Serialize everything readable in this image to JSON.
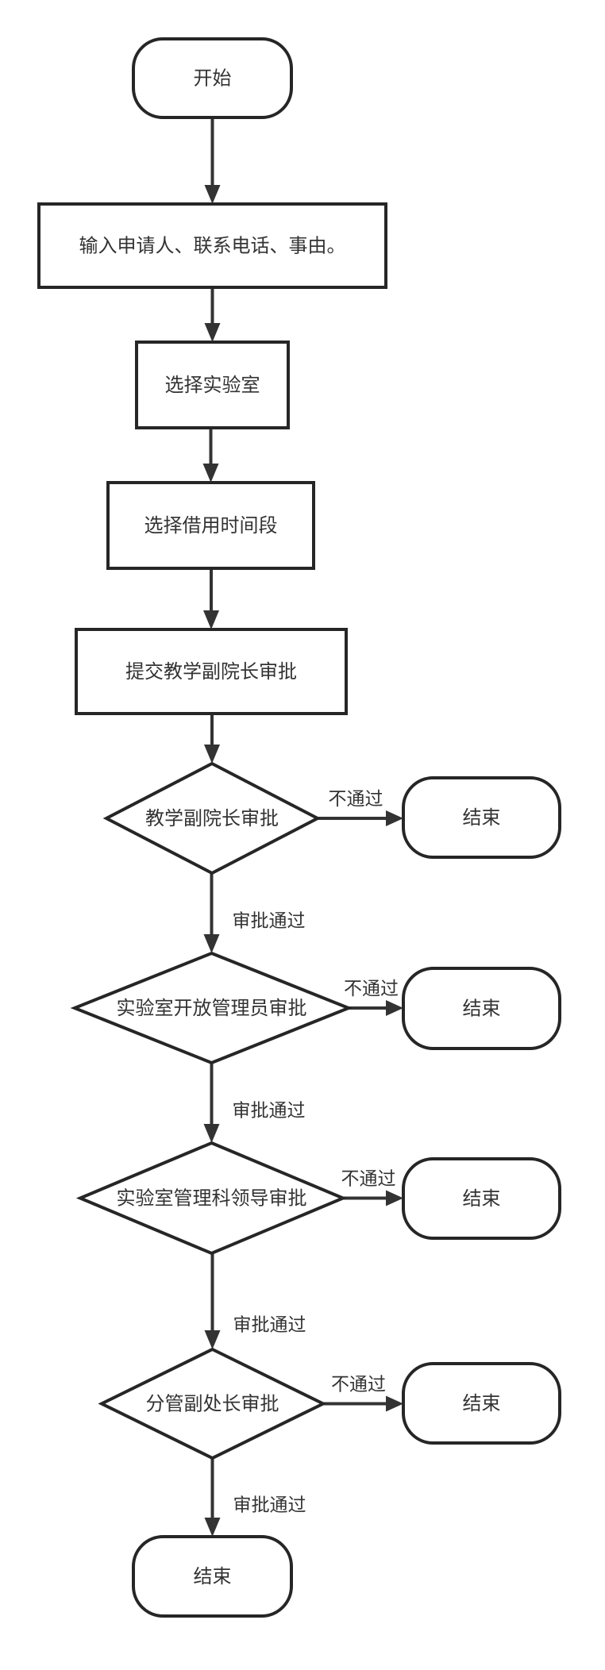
{
  "nodes": [
    {
      "id": "start",
      "type": "terminal",
      "label": "开始"
    },
    {
      "id": "input",
      "type": "process",
      "label": "输入申请人、联系电话、事由。"
    },
    {
      "id": "select-lab",
      "type": "process",
      "label": "选择实验室"
    },
    {
      "id": "select-time",
      "type": "process",
      "label": "选择借用时间段"
    },
    {
      "id": "submit",
      "type": "process",
      "label": "提交教学副院长审批"
    },
    {
      "id": "d1",
      "type": "decision",
      "label": "教学副院长审批"
    },
    {
      "id": "end1",
      "type": "terminal",
      "label": "结束"
    },
    {
      "id": "d2",
      "type": "decision",
      "label": "实验室开放管理员审批"
    },
    {
      "id": "end2",
      "type": "terminal",
      "label": "结束"
    },
    {
      "id": "d3",
      "type": "decision",
      "label": "实验室管理科领导审批"
    },
    {
      "id": "end3",
      "type": "terminal",
      "label": "结束"
    },
    {
      "id": "d4",
      "type": "decision",
      "label": "分管副处长审批"
    },
    {
      "id": "end4",
      "type": "terminal",
      "label": "结束"
    },
    {
      "id": "end-final",
      "type": "terminal",
      "label": "结束"
    }
  ],
  "edges": [
    {
      "from": "start",
      "to": "input",
      "label": ""
    },
    {
      "from": "input",
      "to": "select-lab",
      "label": ""
    },
    {
      "from": "select-lab",
      "to": "select-time",
      "label": ""
    },
    {
      "from": "select-time",
      "to": "submit",
      "label": ""
    },
    {
      "from": "submit",
      "to": "d1",
      "label": ""
    },
    {
      "from": "d1",
      "to": "end1",
      "label": "不通过"
    },
    {
      "from": "d1",
      "to": "d2",
      "label": "审批通过"
    },
    {
      "from": "d2",
      "to": "end2",
      "label": "不通过"
    },
    {
      "from": "d2",
      "to": "d3",
      "label": "审批通过"
    },
    {
      "from": "d3",
      "to": "end3",
      "label": "不通过"
    },
    {
      "from": "d3",
      "to": "d4",
      "label": "审批通过"
    },
    {
      "from": "d4",
      "to": "end4",
      "label": "不通过"
    },
    {
      "from": "d4",
      "to": "end-final",
      "label": "审批通过"
    }
  ]
}
